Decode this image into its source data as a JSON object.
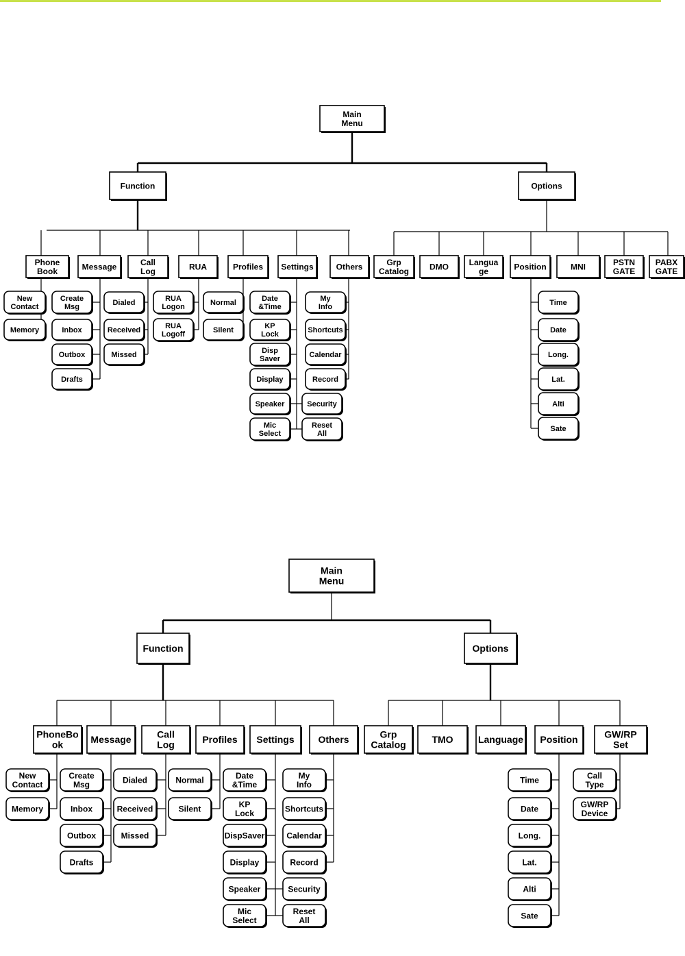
{
  "diagrams": [
    {
      "root": "Main Menu",
      "groups": [
        {
          "label": "Function",
          "categories": [
            {
              "label": "Phone Book",
              "items": [
                "New Contact",
                "Memory"
              ]
            },
            {
              "label": "Message",
              "items": [
                "Create Msg",
                "Inbox",
                "Outbox",
                "Drafts"
              ]
            },
            {
              "label": "Call Log",
              "items": [
                "Dialed",
                "Received",
                "Missed"
              ]
            },
            {
              "label": "RUA",
              "items": [
                "RUA Logon",
                "RUA Logoff"
              ]
            },
            {
              "label": "Profiles",
              "items": [
                "Normal",
                "Silent"
              ]
            },
            {
              "label": "Settings",
              "items": [
                "Date &Time",
                "KP Lock",
                "Disp Saver",
                "Display",
                "Speaker",
                "Mic Select",
                "Security",
                "Reset All"
              ]
            },
            {
              "label": "Others",
              "items": [
                "My Info",
                "Shortcuts",
                "Calendar",
                "Record"
              ]
            }
          ]
        },
        {
          "label": "Options",
          "categories": [
            {
              "label": "Grp Catalog",
              "items": []
            },
            {
              "label": "DMO",
              "items": []
            },
            {
              "label": "Langua ge",
              "items": []
            },
            {
              "label": "Position",
              "items": [
                "Time",
                "Date",
                "Long.",
                "Lat.",
                "Alti",
                "Sate"
              ]
            },
            {
              "label": "MNI",
              "items": []
            },
            {
              "label": "PSTN GATE",
              "items": []
            },
            {
              "label": "PABX GATE",
              "items": []
            }
          ]
        }
      ]
    },
    {
      "root": "Main Menu",
      "groups": [
        {
          "label": "Function",
          "categories": [
            {
              "label": "PhoneBo ok",
              "items": [
                "New Contact",
                "Memory"
              ]
            },
            {
              "label": "Message",
              "items": [
                "Create Msg",
                "Inbox",
                "Outbox",
                "Drafts"
              ]
            },
            {
              "label": "Call Log",
              "items": [
                "Dialed",
                "Received",
                "Missed"
              ]
            },
            {
              "label": "Profiles",
              "items": [
                "Normal",
                "Silent"
              ]
            },
            {
              "label": "Settings",
              "items": [
                "Date &Time",
                "KP Lock",
                "DispSaver",
                "Display",
                "Speaker",
                "Mic Select",
                "Security",
                "Reset All"
              ]
            },
            {
              "label": "Others",
              "items": [
                "My Info",
                "Shortcuts",
                "Calendar",
                "Record"
              ]
            }
          ]
        },
        {
          "label": "Options",
          "categories": [
            {
              "label": "Grp Catalog",
              "items": []
            },
            {
              "label": "TMO",
              "items": []
            },
            {
              "label": "Language",
              "items": []
            },
            {
              "label": "Position",
              "items": [
                "Time",
                "Date",
                "Long.",
                "Lat.",
                "Alti",
                "Sate"
              ]
            },
            {
              "label": "GW/RP Set",
              "items": [
                "Call Type",
                "GW/RP Device"
              ]
            }
          ]
        }
      ]
    }
  ]
}
